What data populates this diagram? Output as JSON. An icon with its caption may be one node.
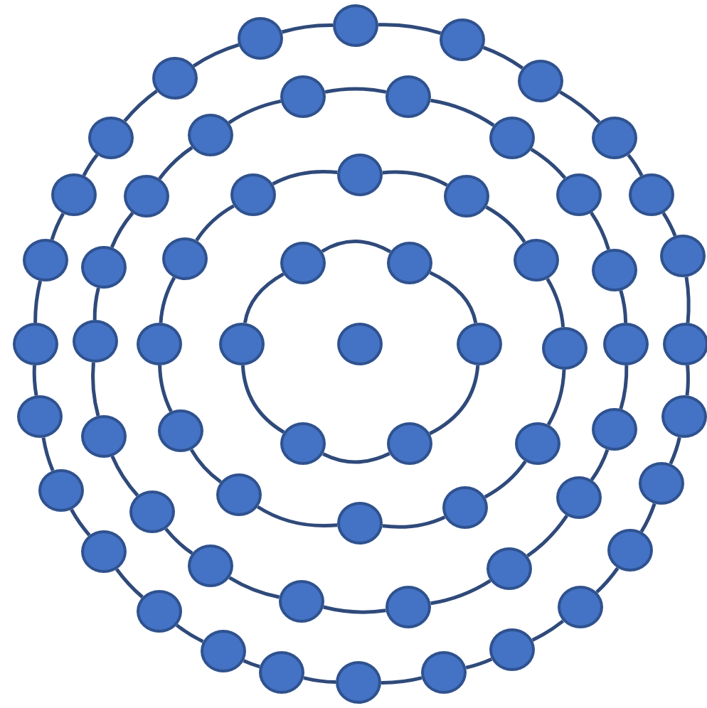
{
  "diagram": {
    "nodes": [
      {
        "text": [],
        "shape": "circle"
      },
      {
        "text": [],
        "shape": "circle"
      },
      {
        "text": [],
        "shape": "circle"
      },
      {
        "text": [],
        "shape": "circle"
      },
      {
        "text": [],
        "shape": "circle"
      },
      {
        "text": [],
        "shape": "circle"
      },
      {
        "text": [],
        "shape": "circle"
      },
      {
        "text": [],
        "shape": "circle"
      },
      {
        "text": [],
        "shape": "circle"
      },
      {
        "text": [],
        "shape": "circle"
      },
      {
        "text": [],
        "shape": "circle"
      },
      {
        "text": [],
        "shape": "circle"
      },
      {
        "text": [],
        "shape": "circle"
      },
      {
        "text": [],
        "shape": "circle"
      },
      {
        "text": [],
        "shape": "circle"
      },
      {
        "text": [],
        "shape": "circle"
      },
      {
        "text": [],
        "shape": "circle"
      },
      {
        "text": [],
        "shape": "circle"
      },
      {
        "text": [],
        "shape": "circle"
      },
      {
        "text": [],
        "shape": "circle"
      },
      {
        "text": [],
        "shape": "circle"
      },
      {
        "text": [],
        "shape": "circle"
      },
      {
        "text": [],
        "shape": "circle"
      },
      {
        "text": [],
        "shape": "circle"
      },
      {
        "text": [],
        "shape": "circle"
      },
      {
        "text": [],
        "shape": "circle"
      },
      {
        "text": [],
        "shape": "circle"
      },
      {
        "text": [],
        "shape": "circle"
      },
      {
        "text": [],
        "shape": "circle"
      },
      {
        "text": [],
        "shape": "circle"
      },
      {
        "text": [],
        "shape": "circle"
      },
      {
        "text": [],
        "shape": "circle"
      },
      {
        "text": [],
        "shape": "circle"
      },
      {
        "text": [],
        "shape": "circle"
      },
      {
        "text": [],
        "shape": "circle"
      },
      {
        "text": [],
        "shape": "circle"
      },
      {
        "text": [],
        "shape": "circle"
      },
      {
        "text": [],
        "shape": "circle"
      },
      {
        "text": [],
        "shape": "circle"
      },
      {
        "text": [],
        "shape": "circle"
      },
      {
        "text": [],
        "shape": "circle"
      },
      {
        "text": [],
        "shape": "circle"
      },
      {
        "text": [],
        "shape": "circle"
      },
      {
        "text": [],
        "shape": "circle"
      },
      {
        "text": [],
        "shape": "circle"
      },
      {
        "text": [],
        "shape": "circle"
      },
      {
        "text": [],
        "shape": "circle"
      },
      {
        "text": [],
        "shape": "circle"
      },
      {
        "text": [],
        "shape": "circle"
      },
      {
        "text": [],
        "shape": "circle"
      },
      {
        "text": [],
        "shape": "circle"
      },
      {
        "text": [],
        "shape": "circle"
      },
      {
        "text": [],
        "shape": "circle"
      },
      {
        "text": [],
        "shape": "circle"
      },
      {
        "text": [],
        "shape": "circle"
      },
      {
        "text": [],
        "shape": "circle"
      },
      {
        "text": [],
        "shape": "circle"
      },
      {
        "text": [],
        "shape": "circle"
      },
      {
        "text": [],
        "shape": "circle"
      },
      {
        "text": [],
        "shape": "circle"
      },
      {
        "text": [],
        "shape": "circle"
      },
      {
        "text": [],
        "shape": "circle"
      },
      {
        "text": [],
        "shape": "circle"
      }
    ],
    "edges": [
      {
        "from": 1,
        "to": 2,
        "arrow": "none"
      },
      {
        "from": 2,
        "to": 3,
        "arrow": "none"
      },
      {
        "from": 3,
        "to": 4,
        "arrow": "none"
      },
      {
        "from": 4,
        "to": 5,
        "arrow": "none"
      },
      {
        "from": 5,
        "to": 6,
        "arrow": "none"
      },
      {
        "from": 6,
        "to": 1,
        "arrow": "none"
      },
      {
        "from": 7,
        "to": 8,
        "arrow": "none"
      },
      {
        "from": 8,
        "to": 9,
        "arrow": "none"
      },
      {
        "from": 9,
        "to": 10,
        "arrow": "none"
      },
      {
        "from": 10,
        "to": 11,
        "arrow": "none"
      },
      {
        "from": 11,
        "to": 12,
        "arrow": "none"
      },
      {
        "from": 12,
        "to": 13,
        "arrow": "none"
      },
      {
        "from": 13,
        "to": 14,
        "arrow": "none"
      },
      {
        "from": 14,
        "to": 15,
        "arrow": "none"
      },
      {
        "from": 15,
        "to": 16,
        "arrow": "none"
      },
      {
        "from": 16,
        "to": 17,
        "arrow": "none"
      },
      {
        "from": 17,
        "to": 18,
        "arrow": "none"
      },
      {
        "from": 18,
        "to": 7,
        "arrow": "none"
      },
      {
        "from": 19,
        "to": 20,
        "arrow": "none"
      },
      {
        "from": 20,
        "to": 21,
        "arrow": "none"
      },
      {
        "from": 21,
        "to": 22,
        "arrow": "none"
      },
      {
        "from": 22,
        "to": 23,
        "arrow": "none"
      },
      {
        "from": 23,
        "to": 24,
        "arrow": "none"
      },
      {
        "from": 24,
        "to": 25,
        "arrow": "none"
      },
      {
        "from": 25,
        "to": 26,
        "arrow": "none"
      },
      {
        "from": 26,
        "to": 27,
        "arrow": "none"
      },
      {
        "from": 27,
        "to": 28,
        "arrow": "none"
      },
      {
        "from": 28,
        "to": 29,
        "arrow": "none"
      },
      {
        "from": 29,
        "to": 30,
        "arrow": "none"
      },
      {
        "from": 30,
        "to": 31,
        "arrow": "none"
      },
      {
        "from": 31,
        "to": 32,
        "arrow": "none"
      },
      {
        "from": 32,
        "to": 33,
        "arrow": "none"
      },
      {
        "from": 33,
        "to": 34,
        "arrow": "none"
      },
      {
        "from": 34,
        "to": 35,
        "arrow": "none"
      },
      {
        "from": 35,
        "to": 36,
        "arrow": "none"
      },
      {
        "from": 36,
        "to": 19,
        "arrow": "none"
      },
      {
        "from": 37,
        "to": 38,
        "arrow": "none"
      },
      {
        "from": 38,
        "to": 39,
        "arrow": "none"
      },
      {
        "from": 39,
        "to": 40,
        "arrow": "none"
      },
      {
        "from": 40,
        "to": 41,
        "arrow": "none"
      },
      {
        "from": 41,
        "to": 42,
        "arrow": "none"
      },
      {
        "from": 42,
        "to": 43,
        "arrow": "none"
      },
      {
        "from": 43,
        "to": 44,
        "arrow": "none"
      },
      {
        "from": 44,
        "to": 45,
        "arrow": "none"
      },
      {
        "from": 45,
        "to": 46,
        "arrow": "none"
      },
      {
        "from": 46,
        "to": 47,
        "arrow": "none"
      },
      {
        "from": 47,
        "to": 48,
        "arrow": "none"
      },
      {
        "from": 48,
        "to": 49,
        "arrow": "none"
      },
      {
        "from": 49,
        "to": 50,
        "arrow": "none"
      },
      {
        "from": 50,
        "to": 51,
        "arrow": "none"
      },
      {
        "from": 51,
        "to": 52,
        "arrow": "none"
      },
      {
        "from": 52,
        "to": 53,
        "arrow": "none"
      },
      {
        "from": 53,
        "to": 54,
        "arrow": "none"
      },
      {
        "from": 54,
        "to": 55,
        "arrow": "none"
      },
      {
        "from": 55,
        "to": 56,
        "arrow": "none"
      },
      {
        "from": 56,
        "to": 57,
        "arrow": "none"
      },
      {
        "from": 57,
        "to": 58,
        "arrow": "none"
      },
      {
        "from": 58,
        "to": 59,
        "arrow": "none"
      },
      {
        "from": 59,
        "to": 60,
        "arrow": "none"
      },
      {
        "from": 60,
        "to": 61,
        "arrow": "none"
      },
      {
        "from": 61,
        "to": 62,
        "arrow": "none"
      },
      {
        "from": 62,
        "to": 37,
        "arrow": "none"
      }
    ]
  }
}
